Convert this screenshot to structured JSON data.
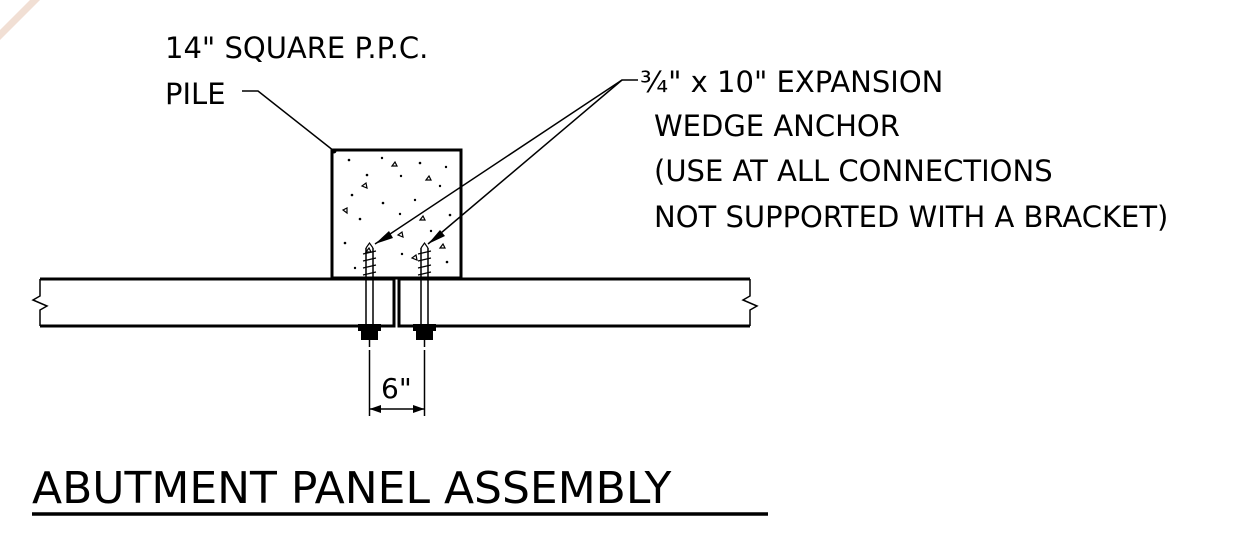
{
  "title": "ABUTMENT PANEL ASSEMBLY",
  "labels": {
    "pile_line1": "14\" SQUARE P.P.C.",
    "pile_line2": "PILE",
    "anchor_line1": "¾\" x 10\" EXPANSION",
    "anchor_line2": "WEDGE ANCHOR",
    "anchor_line3": "(USE AT ALL CONNECTIONS",
    "anchor_line4": "NOT SUPPORTED WITH A BRACKET)"
  },
  "dimension": "6\"",
  "colors": {
    "line": "#000000",
    "background": "#ffffff",
    "corner_mark": "#e8c9b8"
  }
}
